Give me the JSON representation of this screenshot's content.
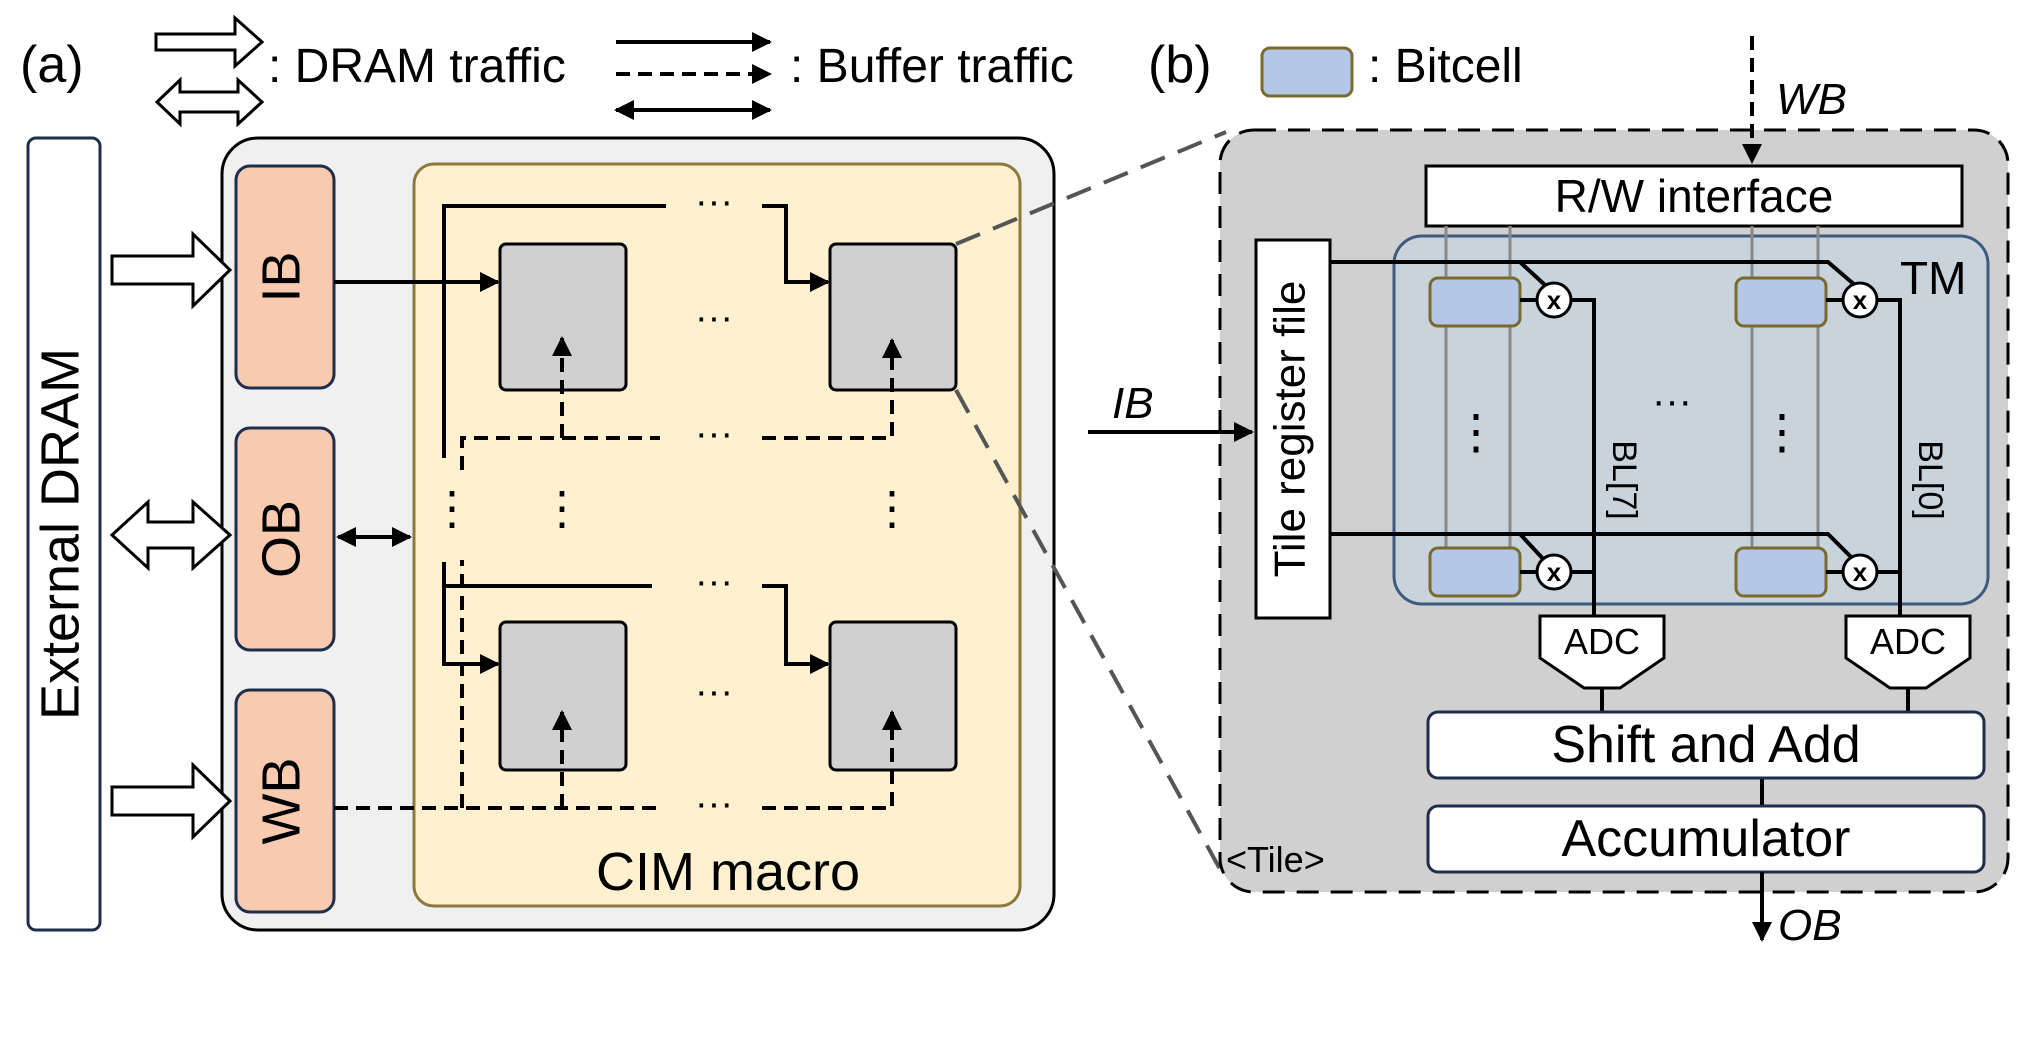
{
  "panel_a_label": "(a)",
  "panel_b_label": "(b)",
  "legend": {
    "dram_traffic": ": DRAM traffic",
    "buffer_traffic": ": Buffer traffic",
    "bitcell": ": Bitcell"
  },
  "external_dram": "External DRAM",
  "buffers": {
    "ib": "IB",
    "ob": "OB",
    "wb": "WB"
  },
  "cim_macro": "CIM macro",
  "ellipsis_h": "···",
  "ellipsis_v": "⋮",
  "tile": {
    "label": "<Tile>",
    "rw_interface": "R/W interface",
    "tile_register_file": "Tile register file",
    "tm": "TM",
    "bl7": "BL[7]",
    "bl0": "BL[0]",
    "adc": "ADC",
    "shift_and_add": "Shift and Add",
    "accumulator": "Accumulator",
    "multiply": "x",
    "input_wb": "WB",
    "input_ib": "IB",
    "output_ob": "OB"
  },
  "colors": {
    "buffer_fill": "#f8cbb0",
    "macro_fill": "#fff1d0",
    "macro_border": "#8a7a3c",
    "tile_gray": "#d0d0d0",
    "tm_fill": "#c9d3dc",
    "tm_border": "#3d5a80",
    "bitcell_fill": "#b4c7e7",
    "bitcell_border": "#7a6a2e",
    "chip_fill": "#f0f0f0"
  }
}
